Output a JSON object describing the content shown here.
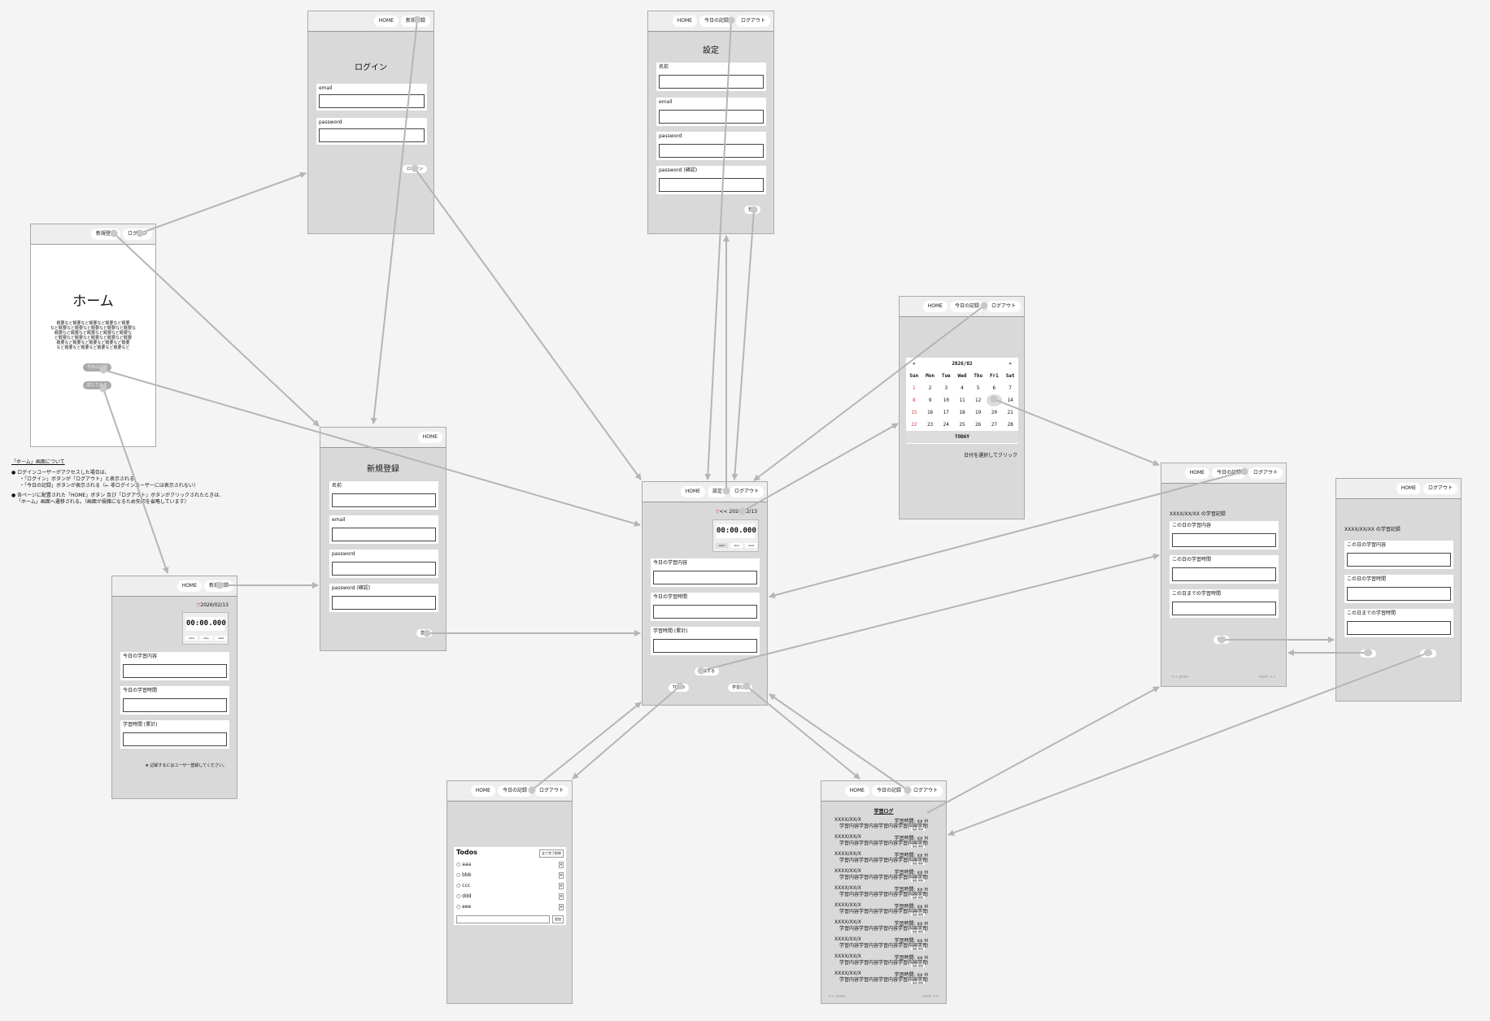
{
  "home": {
    "nav": [
      "新規登録",
      "ログイン"
    ],
    "title": "ホーム",
    "body": [
      "概要など概要など概要など概要など概要",
      "など概要など概要など概要など概要など概要な",
      "概要など概要など概要など概要など概要な",
      "ど概要など概要など概要など概要など概要",
      "概要など概要など概要など概要など概要",
      "など概要など概要など概要など概要など"
    ],
    "btn_record": "今日の記録",
    "btn_start": "試してみる"
  },
  "home_note": {
    "title": "「ホーム」画面について",
    "lines": [
      "● ログインユーザーがアクセスした場合は、",
      "・「ログイン」ボタンが「ログアウト」と表示される",
      "・「今日の記録」ボタンが表示される（← 非ログインユーザーには表示されない）",
      "● 各ページに配置された「HOME」ボタン 及び「ログアウト」ボタンがクリックされたときは、",
      "「ホーム」画面へ遷移される。（画面が煩雑になるため矢印を省略しています）"
    ]
  },
  "login": {
    "nav": [
      "HOME",
      "新規登録"
    ],
    "title": "ログイン",
    "f1": "email",
    "f2": "password",
    "btn": "ログイン"
  },
  "register": {
    "nav": [
      "HOME"
    ],
    "title": "新規登録",
    "f1": "名前",
    "f2": "email",
    "f3": "password",
    "f4": "password (確認)",
    "btn": "登録"
  },
  "settings": {
    "nav": [
      "HOME",
      "今日の記録",
      "ログアウト"
    ],
    "title": "設定",
    "f1": "名前",
    "f2": "email",
    "f3": "password",
    "f4": "password (確認)",
    "btn": "登録"
  },
  "trial": {
    "nav": [
      "HOME",
      "新規登録"
    ],
    "date": "2026/02/13",
    "timer": "00:00.000",
    "tb": [
      "start",
      "stop",
      "reset"
    ],
    "f1": "今日の学習内容",
    "f2": "今日の学習時間",
    "f3": "学習時間 (累計)",
    "note": "★ 記録するにはユーザー登録してください。"
  },
  "record": {
    "nav": [
      "HOME",
      "設定",
      "ログアウト"
    ],
    "date": "<< 2026/02/13",
    "timer": "00:00.000",
    "tb": [
      "start",
      "stop",
      "reset"
    ],
    "f1": "今日の学習内容",
    "f2": "今日の学習時間",
    "f3": "学習時間 (累計)",
    "btn_save": "記録する",
    "btn_todo": "TODO",
    "btn_log": "学習ログ"
  },
  "calendar": {
    "nav": [
      "HOME",
      "今日の記録",
      "ログアウト"
    ],
    "prev": "«",
    "next": "»",
    "month": "2026/02",
    "days": [
      "Sun",
      "Mon",
      "Tue",
      "Wed",
      "Thu",
      "Fri",
      "Sat"
    ],
    "weeks": [
      [
        "1",
        "2",
        "3",
        "4",
        "5",
        "6",
        "7"
      ],
      [
        "8",
        "9",
        "10",
        "11",
        "12",
        "13",
        "14"
      ],
      [
        "15",
        "16",
        "17",
        "18",
        "19",
        "20",
        "21"
      ],
      [
        "22",
        "23",
        "24",
        "25",
        "26",
        "27",
        "28"
      ]
    ],
    "today": "TODAY",
    "hint": "日付を選択してクリック"
  },
  "todo": {
    "nav": [
      "HOME",
      "今日の記録",
      "ログアウト"
    ],
    "title": "Todos",
    "clear": "全て完了削除",
    "items": [
      "aaa",
      "bbb",
      "ccc",
      "ddd",
      "eee"
    ],
    "add": "追加"
  },
  "log": {
    "nav": [
      "HOME",
      "今日の記録",
      "ログアウト"
    ],
    "title": "学習ログ",
    "date": "XXXX/XX/X",
    "time": "学習時間: xx H",
    "content": "学習内容学習内容学習内容学習内容学習内容",
    "rows": 10,
    "prev": "<< prev",
    "next": "next >>",
    "row_btns": "編集 削除"
  },
  "detail": {
    "nav": [
      "HOME",
      "今日の記録",
      "ログアウト"
    ],
    "heading": "XXXX/XX/XX の学習記録",
    "f1": "この日の学習内容",
    "f2": "この日の学習時間",
    "f3": "この日までの学習時間",
    "btn": "編集",
    "prev": "<< prev",
    "next": "next >>"
  },
  "edit": {
    "nav": [
      "HOME",
      "ログアウト"
    ],
    "heading": "XXXX/XX/XX の学習記録",
    "f1": "この日の学習内容",
    "f2": "この日の学習時間",
    "f3": "この日までの学習時間",
    "btn_save": "登録",
    "btn_del": "削除"
  },
  "colors": {
    "frame": "#d9d9d9",
    "header": "#eeeeee",
    "arrow": "#b5b5b5",
    "canvas": "#f4f4f4"
  }
}
